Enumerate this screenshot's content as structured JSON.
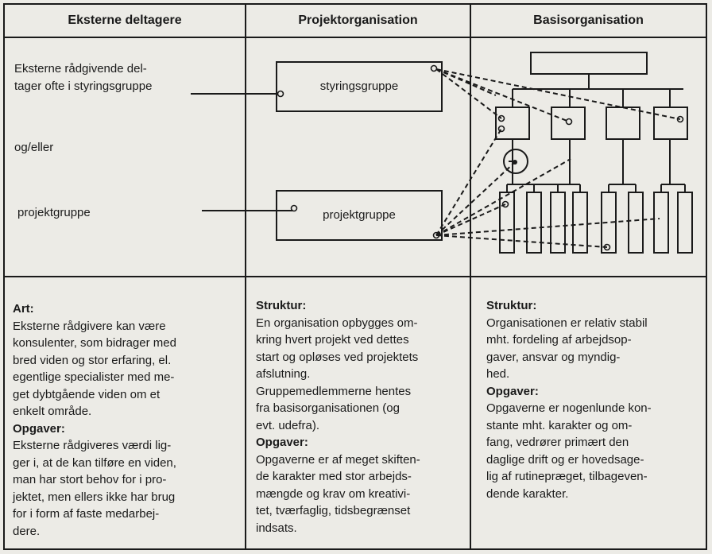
{
  "headers": {
    "col1": "Eksterne deltagere",
    "col2": "Projektorganisation",
    "col3": "Basisorganisation"
  },
  "diagram": {
    "external_advisors": [
      "Eksterne rådgivende del-",
      "tager ofte i styringsgruppe"
    ],
    "or_label": "og/eller",
    "project_group_label": "projektgruppe",
    "steering_box_label": "styringsgruppe",
    "project_box_label": "projektgruppe"
  },
  "col1": {
    "art_head": "Art:",
    "art_lines": [
      "Eksterne rådgivere kan være",
      "konsulenter, som bidrager med",
      "bred viden og stor erfaring, el.",
      "egentlige specialister med me-",
      "get dybtgående viden om et",
      "enkelt område."
    ],
    "tasks_head": "Opgaver:",
    "tasks_lines": [
      "Eksterne rådgiveres værdi lig-",
      "ger i, at de kan tilføre en viden,",
      "man har stort behov for i pro-",
      "jektet, men ellers ikke har brug",
      "for i form af faste medarbej-",
      "dere."
    ]
  },
  "col2": {
    "struct_head": "Struktur:",
    "struct_lines": [
      "En organisation opbygges om-",
      "kring hvert projekt ved dettes",
      "start og opløses ved projektets",
      "afslutning.",
      "Gruppemedlemmerne hentes",
      "fra basisorganisationen (og",
      "evt. udefra)."
    ],
    "tasks_head": "Opgaver:",
    "tasks_lines": [
      "Opgaverne er af meget skiften-",
      "de karakter med stor arbejds-",
      "mængde og krav om kreativi-",
      "tet, tværfaglig, tidsbegrænset",
      "indsats."
    ]
  },
  "col3": {
    "struct_head": "Struktur:",
    "struct_lines": [
      "Organisationen er relativ stabil",
      "mht. fordeling af arbejdsop-",
      "gaver, ansvar og myndig-",
      "hed."
    ],
    "tasks_head": "Opgaver:",
    "tasks_lines": [
      "Opgaverne er nogenlunde kon-",
      "stante mht. karakter og om-",
      "fang, vedrører primært den",
      "daglige drift og er hovedsage-",
      "lig af rutinepræget, tilbageven-",
      "dende karakter."
    ]
  }
}
